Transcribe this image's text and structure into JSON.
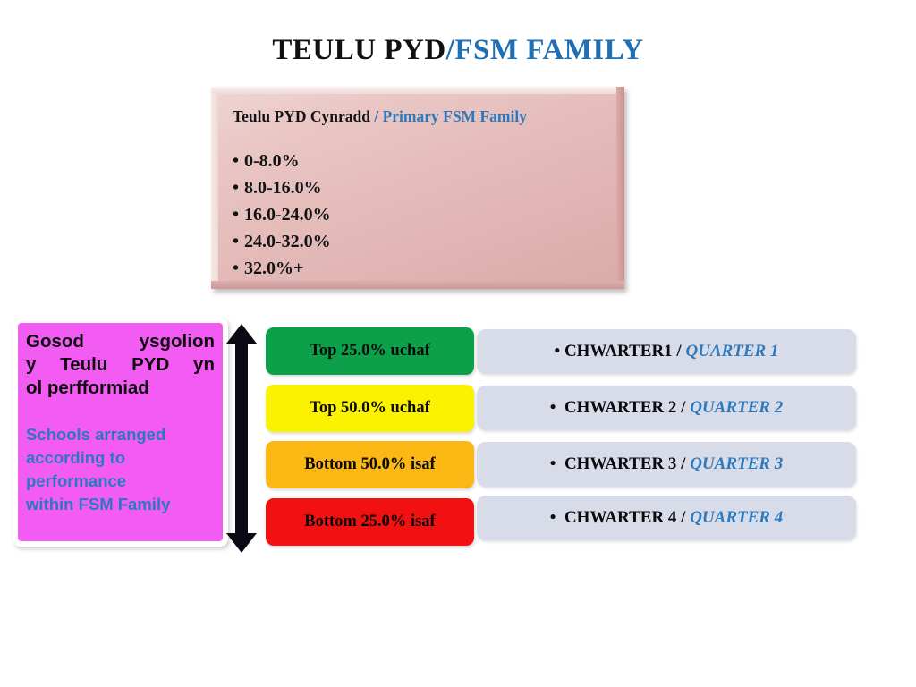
{
  "slide": {
    "title": {
      "welsh": "TEULU PYD",
      "english": "/FSM FAMILY"
    },
    "legend_box": {
      "header_welsh": "Teulu PYD Cynradd ",
      "header_english": "/ Primary FSM Family",
      "bullet_char": "•",
      "bands": [
        "0-8.0%",
        "8.0-16.0%",
        "16.0-24.0%",
        "24.0-32.0%",
        "32.0%+"
      ]
    },
    "note_box": {
      "welsh_lines": [
        "Gosod ysgolion",
        "y Teulu PYD yn",
        "ol perfformiad"
      ],
      "english_lines": [
        "Schools arranged",
        "according to",
        "performance",
        "within FSM Family"
      ]
    },
    "arrow": {
      "name": "double-headed-vertical-arrow",
      "color": "#0A0A14"
    },
    "performance_rows": [
      {
        "band_label": "Top 25.0% uchaf",
        "band_color": "#0DA04A",
        "quarter_bullet": "•",
        "quarter_welsh": "CHWARTER1 / ",
        "quarter_english": "QUARTER 1"
      },
      {
        "band_label": "Top 50.0% uchaf",
        "band_color": "#FAF200",
        "quarter_bullet": "•",
        "quarter_welsh": "CHWARTER 2 / ",
        "quarter_english": "QUARTER 2"
      },
      {
        "band_label": "Bottom 50.0% isaf",
        "band_color": "#FBB713",
        "quarter_bullet": "•",
        "quarter_welsh": "CHWARTER 3 / ",
        "quarter_english": "QUARTER 3"
      },
      {
        "band_label": "Bottom 25.0% isaf",
        "band_color": "#F21111",
        "quarter_bullet": "•",
        "quarter_welsh": "CHWARTER 4 / ",
        "quarter_english": "QUARTER 4"
      }
    ],
    "colors": {
      "title_blue": "#1F6FB5",
      "accent_blue": "#2E78BC",
      "pink_box": "#E5C0BE",
      "magenta_box": "#F25CF2",
      "quarter_box": "#D7DCE8"
    }
  }
}
